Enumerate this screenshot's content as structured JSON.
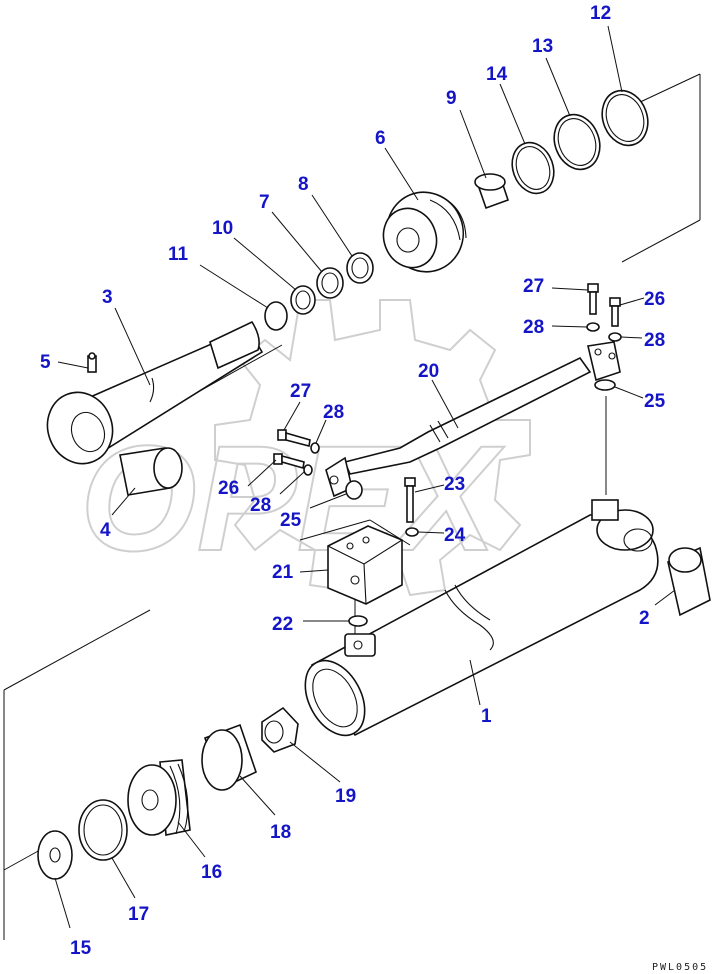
{
  "drawing_code": "PWL0505",
  "watermark": "OPEX",
  "callouts": {
    "c1": "1",
    "c2": "2",
    "c3": "3",
    "c4": "4",
    "c5": "5",
    "c6": "6",
    "c7": "7",
    "c8": "8",
    "c9": "9",
    "c10": "10",
    "c11": "11",
    "c12": "12",
    "c13": "13",
    "c14": "14",
    "c15": "15",
    "c16": "16",
    "c17": "17",
    "c18": "18",
    "c19": "19",
    "c20": "20",
    "c21": "21",
    "c22": "22",
    "c23": "23",
    "c24": "24",
    "c25a": "25",
    "c25b": "25",
    "c26a": "26",
    "c26b": "26",
    "c27a": "27",
    "c27b": "27",
    "c28a": "28",
    "c28b": "28",
    "c28c": "28",
    "c28d": "28"
  },
  "colors": {
    "callout": "#1515c8",
    "line": "#111111",
    "watermark": "#cfcfcf"
  }
}
